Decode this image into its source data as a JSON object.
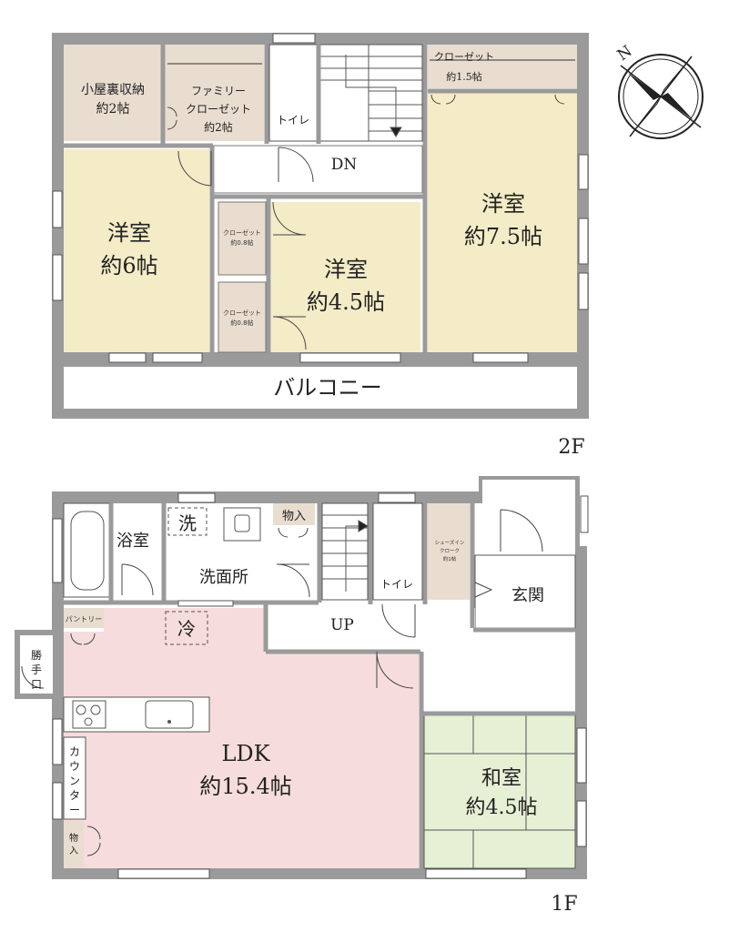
{
  "compass": {
    "north_label": "N"
  },
  "floor2": {
    "floor_label": "2F",
    "attic_storage": {
      "line1": "小屋裏収納",
      "line2": "約2帖"
    },
    "family_closet": {
      "line1": "ファミリー",
      "line2": "クローゼット",
      "line3": "約2帖"
    },
    "toilet": "トイレ",
    "closet_top": {
      "line1": "クローゼット",
      "line2": "約1.5帖"
    },
    "stairs_down": "DN",
    "room_left": {
      "name": "洋室",
      "size": "約6帖"
    },
    "closet_small_1": {
      "line1": "クローゼット",
      "line2": "約0.8帖"
    },
    "closet_small_2": {
      "line1": "クローゼット",
      "line2": "約0.8帖"
    },
    "room_center": {
      "name": "洋室",
      "size": "約4.5帖"
    },
    "room_right": {
      "name": "洋室",
      "size": "約7.5帖"
    },
    "balcony": "バルコニー"
  },
  "floor1": {
    "floor_label": "1F",
    "bath": "浴室",
    "washer_mark": "洗",
    "storage_top": "物入",
    "washroom": "洗面所",
    "toilet": "トイレ",
    "shoe_closet": {
      "line1": "シューズイン",
      "line2": "クローク",
      "line3": "約1帖"
    },
    "entrance": "玄関",
    "stairs_up": "UP",
    "pantry": "パントリー",
    "fridge_mark": "冷",
    "side_door": [
      "勝",
      "手",
      "口"
    ],
    "counter": [
      "カ",
      "ウ",
      "ン",
      "タ",
      "ー"
    ],
    "storage_small": [
      "物",
      "入"
    ],
    "ldk": {
      "name": "LDK",
      "size": "約15.4帖"
    },
    "japanese_room": {
      "name": "和室",
      "size": "約4.5帖"
    }
  },
  "colors": {
    "wall": "#9a9a9a",
    "room_yellow": "#f4ecc7",
    "storage_beige": "#e9ddd0",
    "ldk_pink": "#f6dcdc",
    "tatami_green": "#e6f0d4"
  }
}
